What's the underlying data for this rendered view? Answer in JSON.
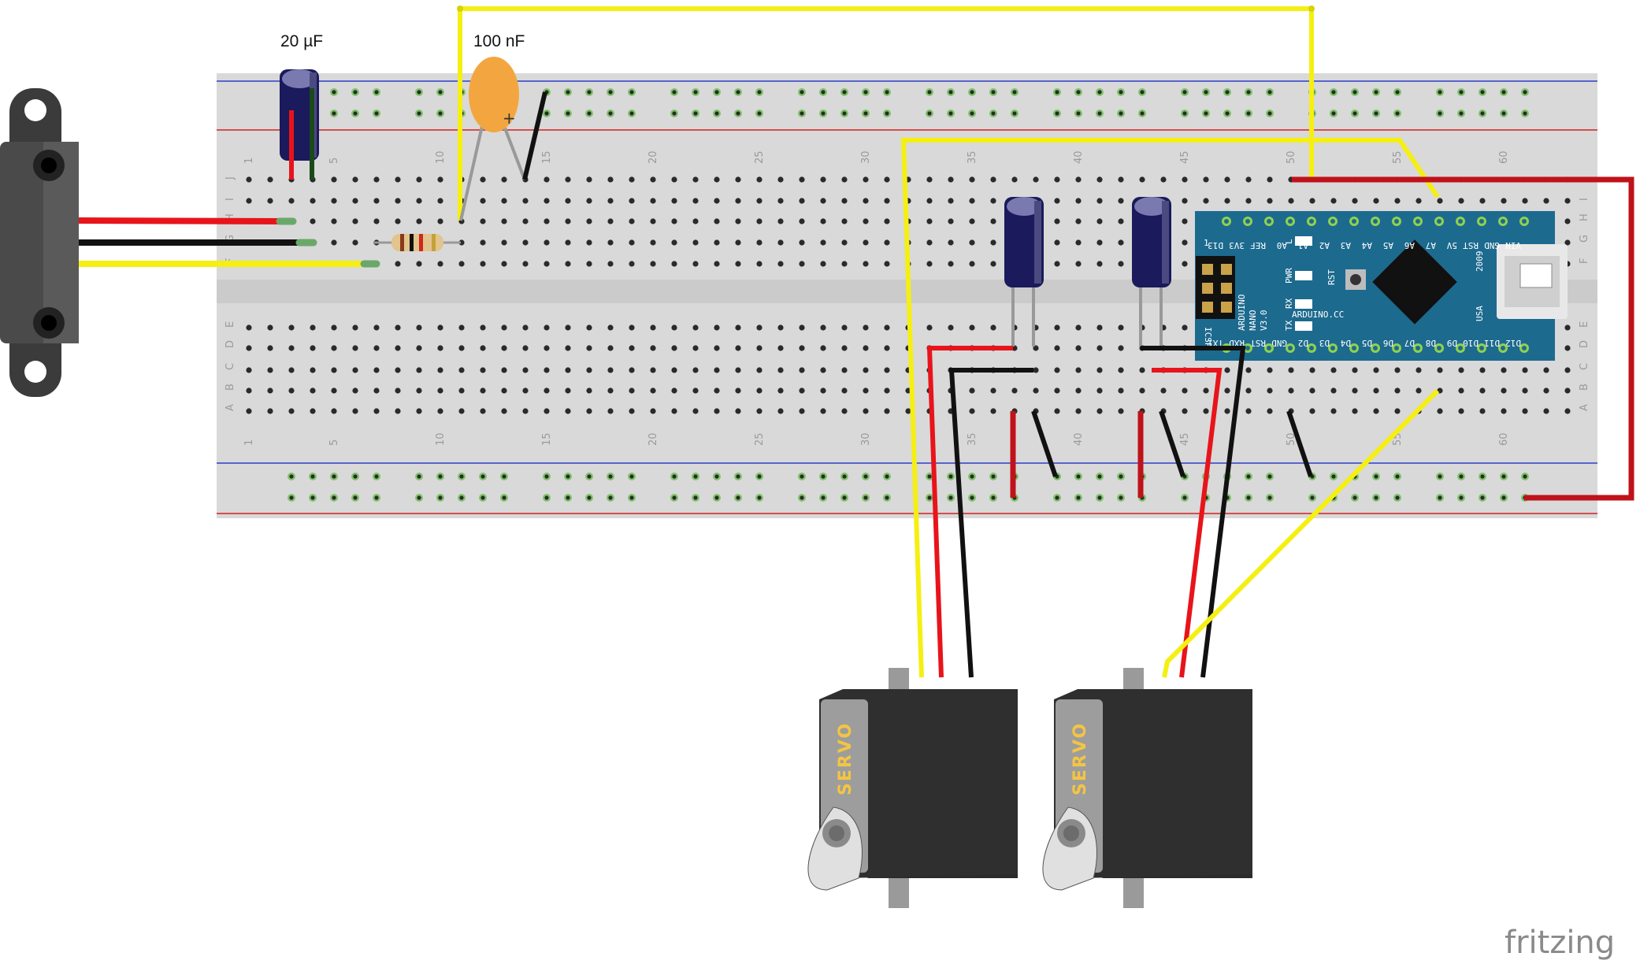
{
  "labels": {
    "cap_20uf": "20 µF",
    "cap_100nf": "100 nF",
    "brand": "fritzing"
  },
  "breadboard": {
    "top_row_letters": [
      "J",
      "I",
      "H",
      "G",
      "F"
    ],
    "bottom_row_letters": [
      "E",
      "D",
      "C",
      "B",
      "A"
    ],
    "top_numbers": [
      "1",
      "5",
      "10",
      "15",
      "20",
      "25",
      "30",
      "35",
      "40",
      "45",
      "50",
      "55",
      "60"
    ],
    "bottom_numbers": [
      "1",
      "5",
      "10",
      "15",
      "20",
      "25",
      "30",
      "35",
      "40",
      "45",
      "50",
      "55",
      "60"
    ]
  },
  "nano": {
    "top_pins": [
      "D12",
      "D11",
      "D10",
      "D9",
      "D8",
      "D7",
      "D6",
      "D5",
      "D4",
      "D3",
      "D2",
      "GND",
      "RST",
      "RXD",
      "TX1"
    ],
    "bottom_pins": [
      "VIN",
      "GND",
      "RST",
      "5V",
      "A7",
      "A6",
      "A5",
      "A4",
      "A3",
      "A2",
      "A1",
      "A0",
      "REF",
      "3V3",
      "D13"
    ],
    "board_text": [
      "ARDUINO",
      "NANO",
      "V3.0"
    ],
    "cc_text": "ARDUINO.CC",
    "icsp": "ICSP",
    "icsp_num": "1",
    "leds": [
      "L",
      "PWR",
      "RX",
      "TX"
    ],
    "rst": "RST",
    "year": "2009",
    "usa": "USA"
  },
  "servos": [
    {
      "label": "SERVO"
    },
    {
      "label": "SERVO"
    }
  ],
  "colors": {
    "wire_red": "#e8141b",
    "wire_black": "#111111",
    "wire_yellow": "#f5ef12",
    "wire_darkred": "#c0121a",
    "breadboard": "#d9d9d9",
    "nano_blue": "#1d6a8f",
    "servo_body": "#2b2b2b",
    "hole_green": "#6fbf5a"
  }
}
